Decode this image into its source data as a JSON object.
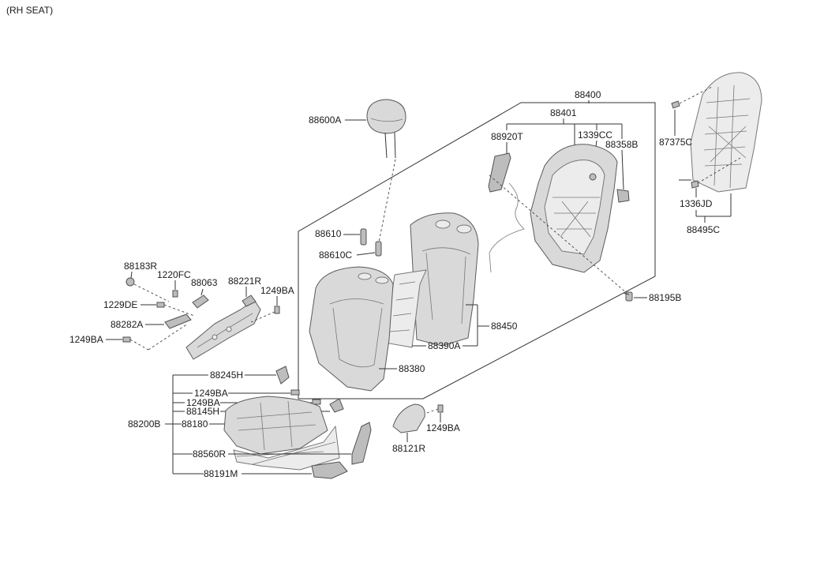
{
  "title": "(RH SEAT)",
  "parts": {
    "p88400": "88400",
    "p88401": "88401",
    "p88920T": "88920T",
    "p1339CC": "1339CC",
    "p88358B": "88358B",
    "p88600A": "88600A",
    "p88610": "88610",
    "p88610C": "88610C",
    "p88450": "88450",
    "p88390A": "88390A",
    "p88380": "88380",
    "p88195B": "88195B",
    "p87375C": "87375C",
    "p1336JD": "1336JD",
    "p88495C": "88495C",
    "p88183R": "88183R",
    "p1220FC": "1220FC",
    "p88063": "88063",
    "p88221R": "88221R",
    "p1249BA_a": "1249BA",
    "p1229DE": "1229DE",
    "p88282A": "88282A",
    "p1249BA_b": "1249BA",
    "p88245H": "88245H",
    "p1249BA_c": "1249BA",
    "p1249BA_d": "1249BA",
    "p88145H": "88145H",
    "p88200B": "88200B",
    "p88180": "88180",
    "p88560R": "88560R",
    "p88191M": "88191M",
    "p88121R": "88121R",
    "p1249BA_e": "1249BA"
  }
}
